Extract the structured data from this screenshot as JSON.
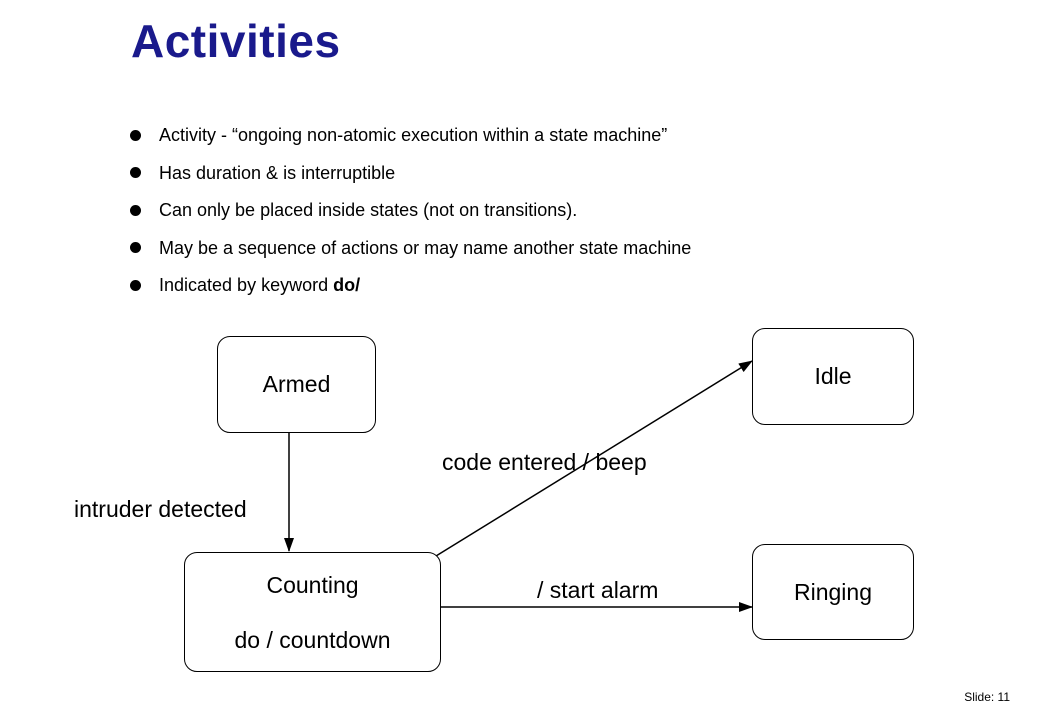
{
  "slide": {
    "title": "Activities",
    "bullets": [
      {
        "text": "Activity - “ongoing non-atomic execution within a state machine”"
      },
      {
        "text": "Has duration & is interruptible"
      },
      {
        "text": "Can only be placed inside states (not on transitions)."
      },
      {
        "text": "May be a sequence of actions or may name another state machine"
      },
      {
        "text": "Indicated by keyword ",
        "keyword": "do/"
      }
    ],
    "footer": "Slide: 11"
  },
  "diagram": {
    "states": {
      "armed": "Armed",
      "idle": "Idle",
      "counting": "Counting",
      "counting_activity": "do / countdown",
      "ringing": "Ringing"
    },
    "transitions": {
      "armed_to_counting": "intruder detected",
      "counting_to_idle": "code entered / beep",
      "counting_to_ringing": "/ start alarm"
    }
  }
}
